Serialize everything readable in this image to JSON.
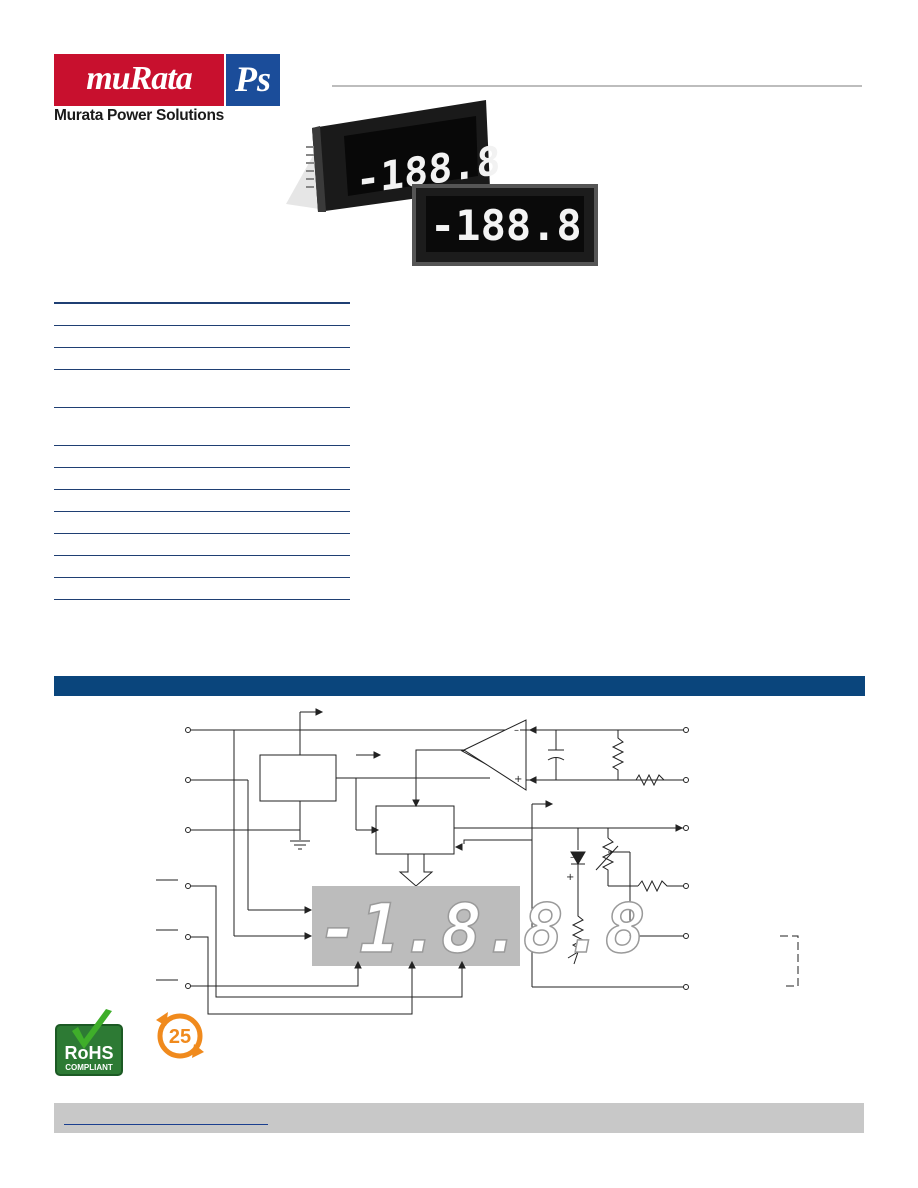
{
  "brand": {
    "logo_main": "muRata",
    "logo_mark": "Ps",
    "company": "Murata Power Solutions",
    "red": "#c8102e",
    "blue": "#1b4d9a",
    "section_blue": "#0a457c"
  },
  "product_photo": {
    "display_front": "-188.8",
    "display_back": "-188.8"
  },
  "diagram": {
    "display_readout": "-1.8.8.8",
    "icons": [
      "op-amp-icon",
      "capacitor-icon",
      "resistor-icon",
      "potentiometer-icon",
      "zener-diode-icon",
      "ground-icon",
      "arrow-icon"
    ]
  },
  "badges": {
    "rohs_line1": "RoHS",
    "rohs_line2": "COMPLIANT",
    "period_number": "25",
    "check_color": "#3fae2a",
    "period_color": "#f08a1d"
  },
  "footer": {
    "bar_color": "#c8c8c8"
  }
}
